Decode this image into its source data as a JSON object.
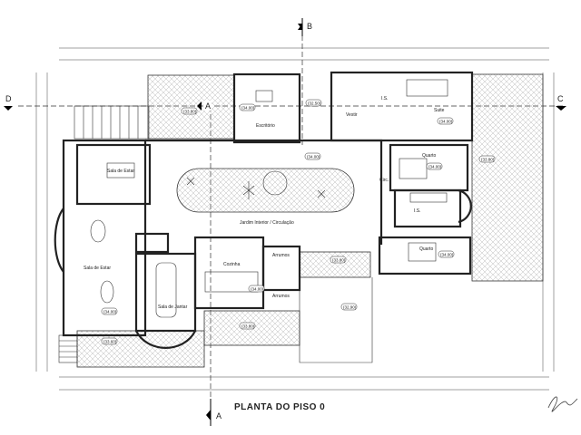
{
  "title": "PLANTA DO PISO 0",
  "section_marks": {
    "a_bottom": "A",
    "a_top": "A",
    "b": "B",
    "c": "C",
    "d": "D"
  },
  "rooms": {
    "escritorio": "Escritório",
    "sala_estar_top": "Sala de Estar",
    "sala_estar": "Sala de Estar",
    "sala_jantar": "Sala de Jantar",
    "cozinha": "Cozinha",
    "arrumos_1": "Arrumos",
    "arrumos_2": "Arrumos",
    "jardim": "Jardim Interior / Circulação",
    "vestir": "Vestir",
    "is_suite": "I.S.",
    "suite": "Suite",
    "circ": "Circ.",
    "quarto_1": "Quarto",
    "is_2": "I.S.",
    "quarto_2": "Quarto"
  },
  "levels": {
    "terrace_top": "(33.80)",
    "escritorio": "(34.00)",
    "stair": "(32.50)",
    "jardim": "(34.00)",
    "suite": "(34.00)",
    "quarto_1": "(34.00)",
    "quarto_2": "(34.00)",
    "terrace_right": "(33.80)",
    "terrace_mid": "(33.80)",
    "cozinha": "(34.00)",
    "terrace_kitchen": "(33.80)",
    "exterior": "(32.90)",
    "sala": "(34.00)",
    "terrace_bottom": "(33.60)"
  }
}
